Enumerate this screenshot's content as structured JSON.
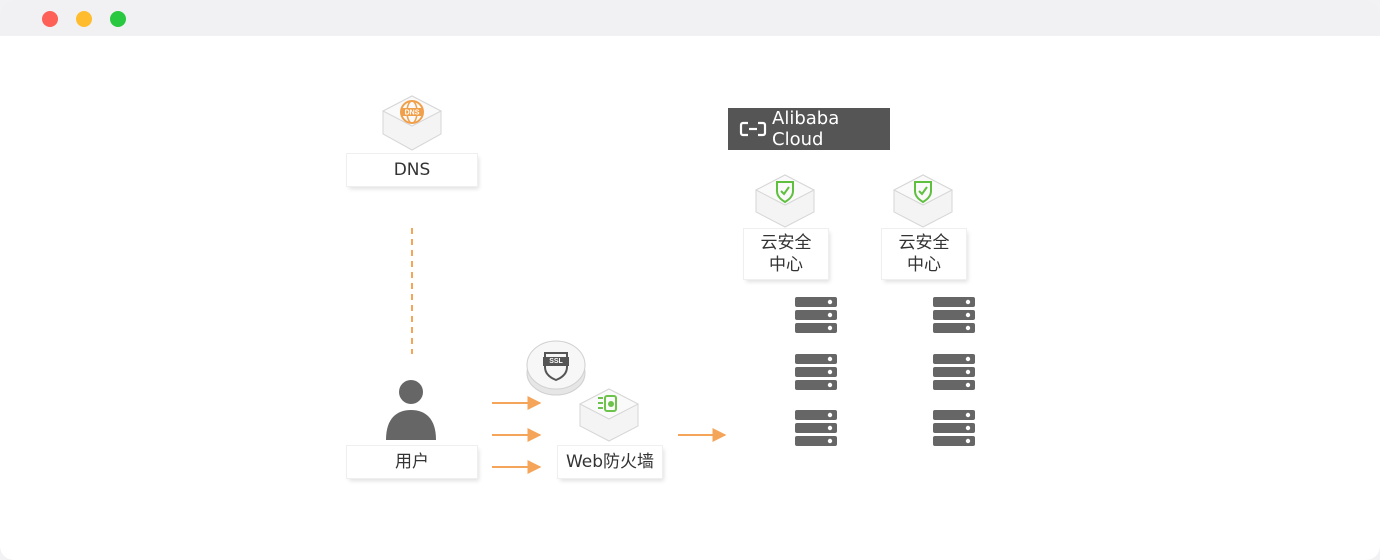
{
  "window": {
    "controls": [
      "close",
      "minimize",
      "maximize"
    ],
    "control_colors": {
      "close": "#fe5f57",
      "minimize": "#febc2e",
      "maximize": "#28c840"
    }
  },
  "diagram": {
    "dns": {
      "label": "DNS",
      "icon": "dns-globe-icon"
    },
    "user": {
      "label": "用户",
      "icon": "user-icon"
    },
    "waf": {
      "label": "Web防火墙",
      "icon": "waf-icon",
      "badge": "SSL"
    },
    "cloud": {
      "brand": "Alibaba Cloud",
      "brand_icon": "alibaba-cloud-logo-icon"
    },
    "security_center_1": {
      "label": "云安全中心",
      "icon": "shield-check-icon"
    },
    "security_center_2": {
      "label": "云安全中心",
      "icon": "shield-check-icon"
    },
    "colors": {
      "connector": "#f5a55a",
      "dns_icon": "#f0a04b",
      "waf_icon": "#6cc24a",
      "security_icon": "#5fbf3f",
      "server": "#666666",
      "brand_bg": "#555555"
    }
  }
}
